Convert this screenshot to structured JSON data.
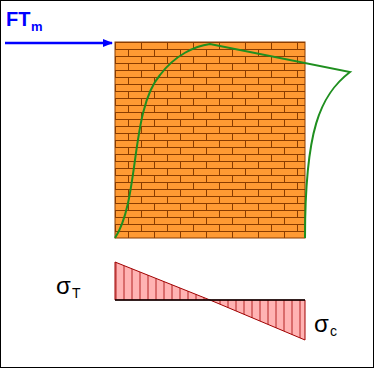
{
  "diagram": {
    "labels": [
      "FT",
      "m",
      "σ",
      "T",
      "σ",
      "c"
    ]
  }
}
